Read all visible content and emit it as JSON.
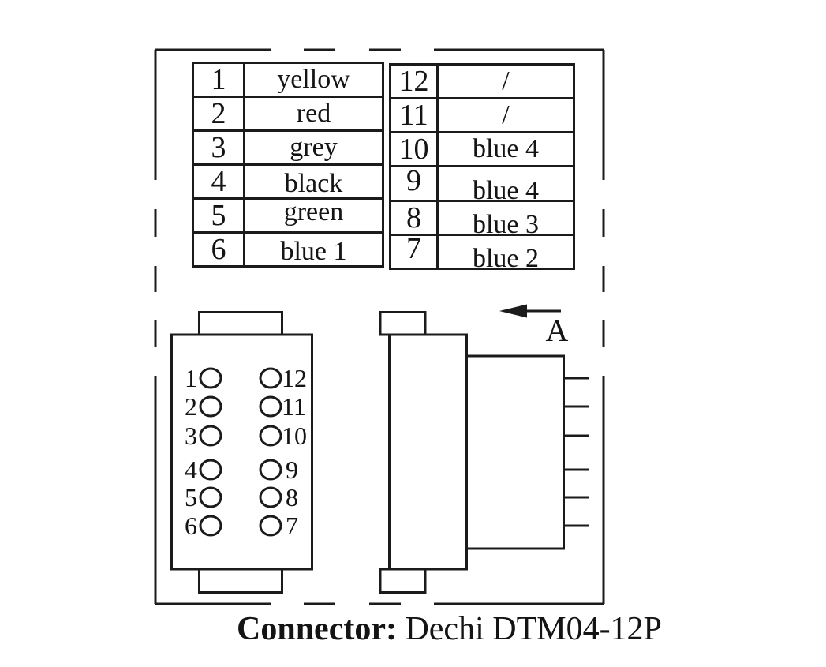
{
  "colors": {
    "line": "#1b1b1b",
    "text": "#141414",
    "background": "#ffffff"
  },
  "pin_table": {
    "left": {
      "rows": [
        {
          "pin": "1",
          "wire": "yellow"
        },
        {
          "pin": "2",
          "wire": "red"
        },
        {
          "pin": "3",
          "wire": "grey"
        },
        {
          "pin": "4",
          "wire": "black"
        },
        {
          "pin": "5",
          "wire": "green"
        },
        {
          "pin": "6",
          "wire": "blue 1"
        }
      ]
    },
    "right": {
      "rows": [
        {
          "pin": "12",
          "wire": "/"
        },
        {
          "pin": "11",
          "wire": "/"
        },
        {
          "pin": "10",
          "wire": "blue 4"
        },
        {
          "pin": "9",
          "wire": "blue 4"
        },
        {
          "pin": "8",
          "wire": "blue 3"
        },
        {
          "pin": "7",
          "wire": "blue 2"
        }
      ]
    }
  },
  "front_view": {
    "left_pin_labels": [
      "1",
      "2",
      "3",
      "4",
      "5",
      "6"
    ],
    "right_pin_labels": [
      "12",
      "11",
      "10",
      "9",
      "8",
      "7"
    ]
  },
  "side_view": {
    "section_label": "A"
  },
  "caption": {
    "label": "Connector:",
    "value": "Dechi DTM04-12P"
  }
}
